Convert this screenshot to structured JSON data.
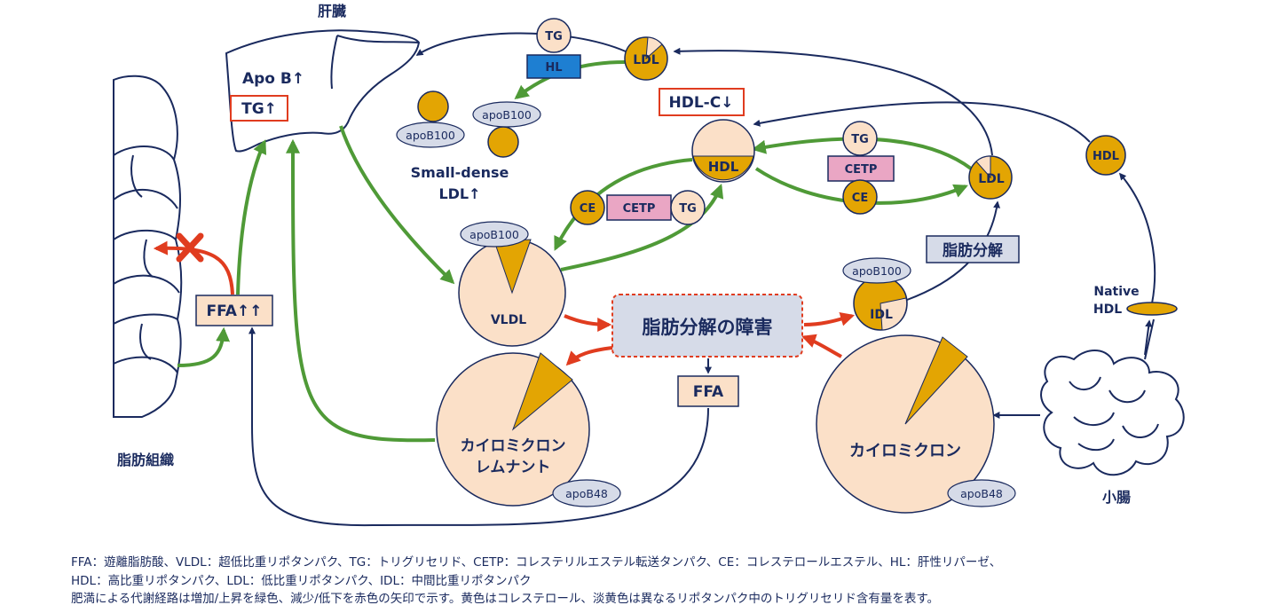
{
  "colors": {
    "navy": "#1a2a5e",
    "green": "#4f9a37",
    "red": "#e03c1f",
    "gold": "#e3a503",
    "peach": "#fbe0c8",
    "pink": "#eaa6c4",
    "blue": "#1e7fd2",
    "lavender": "#d6dbe8"
  },
  "organs": {
    "liver": "肝臓",
    "adipose": "脂肪組織",
    "intestine": "小腸"
  },
  "labels": {
    "apo_b_up": "Apo B↑",
    "tg_up": "TG↑",
    "hdl_c_down": "HDL-C↓",
    "ffa_up": "FFA↑↑",
    "ffa": "FFA",
    "lipolysis_impairment": "脂肪分解の障害",
    "lipolysis": "脂肪分解",
    "small_dense_1": "Small-dense",
    "small_dense_2": "LDL↑",
    "native_hdl_1": "Native",
    "native_hdl_2": "HDL"
  },
  "particles": {
    "vldl": "VLDL",
    "idl": "IDL",
    "ldl": "LDL",
    "hdl": "HDL",
    "remnant_1": "カイロミクロン",
    "remnant_2": "レムナント",
    "chylomicron": "カイロミクロン"
  },
  "tags": {
    "apob100": "apoB100",
    "apob48": "apoB48",
    "tg": "TG",
    "hl": "HL",
    "ce": "CE",
    "cetp": "CETP"
  },
  "legend": {
    "line1": "FFA：遊離脂肪酸、VLDL：超低比重リポタンパク、TG：トリグリセリド、CETP：コレステリルエステル転送タンパク、CE：コレステロールエステル、HL：肝性リパーゼ、",
    "line2": "HDL：高比重リポタンパク、LDL：低比重リポタンパク、IDL：中間比重リポタンパク",
    "line3": "肥満による代謝経路は増加/上昇を緑色、減少/低下を赤色の矢印で示す。黄色はコレステロール、淡黄色は異なるリポタンパク中のトリグリセリド含有量を表す。"
  }
}
